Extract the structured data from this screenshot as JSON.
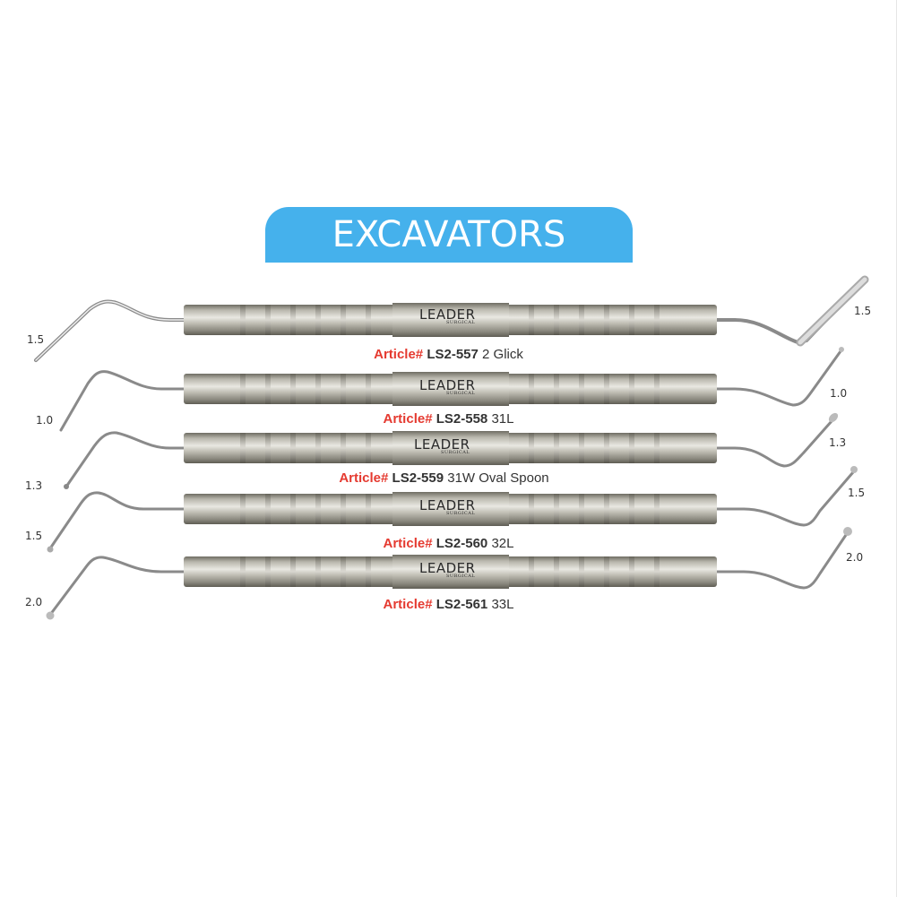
{
  "banner": {
    "title": "EXCAVATORS",
    "color": "#45b1ec"
  },
  "brand": {
    "name": "LEADER",
    "sub": "SURGICAL"
  },
  "article_label": "Article#",
  "colors": {
    "article_label": "#e53a30",
    "text": "#333333",
    "steel": "#a8a69c"
  },
  "instruments": [
    {
      "article_no": "LS2-557",
      "description": "2 Glick",
      "left_size": "1.5",
      "right_size": "1.5"
    },
    {
      "article_no": "LS2-558",
      "description": "31L",
      "left_size": "1.0",
      "right_size": "1.0"
    },
    {
      "article_no": "LS2-559",
      "description": "31W Oval Spoon",
      "left_size": "1.3",
      "right_size": "1.3"
    },
    {
      "article_no": "LS2-560",
      "description": "32L",
      "left_size": "1.5",
      "right_size": "1.5"
    },
    {
      "article_no": "LS2-561",
      "description": "33L",
      "left_size": "2.0",
      "right_size": "2.0"
    }
  ]
}
